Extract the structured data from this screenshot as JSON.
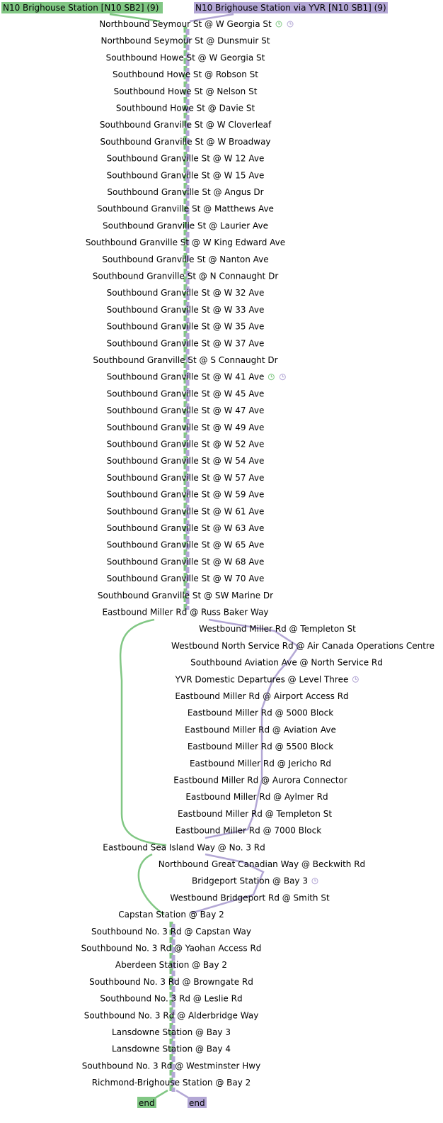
{
  "routes": [
    {
      "id": "sb2",
      "label": "N10 Brighouse Station [N10 SB2] (9)",
      "color": "#81c784",
      "end_label": "end"
    },
    {
      "id": "sb1",
      "label": "N10 Brighouse Station via YVR [N10 SB1] (9)",
      "color": "#b3a7d5",
      "end_label": "end"
    }
  ],
  "stops": [
    {
      "name": "Northbound Seymour St @ W Georgia St",
      "branch": "shared",
      "timepoint": [
        "sb2",
        "sb1"
      ]
    },
    {
      "name": "Northbound Seymour St @ Dunsmuir St",
      "branch": "shared"
    },
    {
      "name": "Southbound Howe St @ W Georgia St",
      "branch": "shared"
    },
    {
      "name": "Southbound Howe St @ Robson St",
      "branch": "shared"
    },
    {
      "name": "Southbound Howe St @ Nelson St",
      "branch": "shared"
    },
    {
      "name": "Southbound Howe St @ Davie St",
      "branch": "shared"
    },
    {
      "name": "Southbound Granville St @ W Cloverleaf",
      "branch": "shared"
    },
    {
      "name": "Southbound Granville St @ W Broadway",
      "branch": "shared"
    },
    {
      "name": "Southbound Granville St @ W 12 Ave",
      "branch": "shared"
    },
    {
      "name": "Southbound Granville St @ W 15 Ave",
      "branch": "shared"
    },
    {
      "name": "Southbound Granville St @ Angus Dr",
      "branch": "shared"
    },
    {
      "name": "Southbound Granville St @ Matthews Ave",
      "branch": "shared"
    },
    {
      "name": "Southbound Granville St @ Laurier Ave",
      "branch": "shared"
    },
    {
      "name": "Southbound Granville St @ W King Edward Ave",
      "branch": "shared"
    },
    {
      "name": "Southbound Granville St @ Nanton Ave",
      "branch": "shared"
    },
    {
      "name": "Southbound Granville St @ N Connaught Dr",
      "branch": "shared"
    },
    {
      "name": "Southbound Granville St @ W 32 Ave",
      "branch": "shared"
    },
    {
      "name": "Southbound Granville St @ W 33 Ave",
      "branch": "shared"
    },
    {
      "name": "Southbound Granville St @ W 35 Ave",
      "branch": "shared"
    },
    {
      "name": "Southbound Granville St @ W 37 Ave",
      "branch": "shared"
    },
    {
      "name": "Southbound Granville St @ S Connaught Dr",
      "branch": "shared"
    },
    {
      "name": "Southbound Granville St @ W 41 Ave",
      "branch": "shared",
      "timepoint": [
        "sb2",
        "sb1"
      ]
    },
    {
      "name": "Southbound Granville St @ W 45 Ave",
      "branch": "shared"
    },
    {
      "name": "Southbound Granville St @ W 47 Ave",
      "branch": "shared"
    },
    {
      "name": "Southbound Granville St @ W 49 Ave",
      "branch": "shared"
    },
    {
      "name": "Southbound Granville St @ W 52 Ave",
      "branch": "shared"
    },
    {
      "name": "Southbound Granville St @ W 54 Ave",
      "branch": "shared"
    },
    {
      "name": "Southbound Granville St @ W 57 Ave",
      "branch": "shared"
    },
    {
      "name": "Southbound Granville St @ W 59 Ave",
      "branch": "shared"
    },
    {
      "name": "Southbound Granville St @ W 61 Ave",
      "branch": "shared"
    },
    {
      "name": "Southbound Granville St @ W 63 Ave",
      "branch": "shared"
    },
    {
      "name": "Southbound Granville St @ W 65 Ave",
      "branch": "shared"
    },
    {
      "name": "Southbound Granville St @ W 68 Ave",
      "branch": "shared"
    },
    {
      "name": "Southbound Granville St @ W 70 Ave",
      "branch": "shared"
    },
    {
      "name": "Southbound Granville St @ SW Marine Dr",
      "branch": "shared"
    },
    {
      "name": "Eastbound Miller Rd @ Russ Baker Way",
      "branch": "shared"
    },
    {
      "name": "Westbound Miller Rd @ Templeton St",
      "branch": "sb1"
    },
    {
      "name": "Westbound North Service Rd @ Air Canada Operations Centre",
      "branch": "sb1"
    },
    {
      "name": "Southbound Aviation Ave @ North Service Rd",
      "branch": "sb1"
    },
    {
      "name": "YVR Domestic Departures  @ Level Three",
      "branch": "sb1",
      "timepoint": [
        "sb1"
      ]
    },
    {
      "name": "Eastbound Miller Rd @ Airport Access Rd",
      "branch": "sb1"
    },
    {
      "name": "Eastbound Miller Rd @ 5000 Block",
      "branch": "sb1"
    },
    {
      "name": "Eastbound Miller Rd @ Aviation Ave",
      "branch": "sb1"
    },
    {
      "name": "Eastbound Miller Rd @ 5500 Block",
      "branch": "sb1"
    },
    {
      "name": "Eastbound Miller Rd @ Jericho Rd",
      "branch": "sb1"
    },
    {
      "name": "Eastbound Miller Rd @ Aurora Connector",
      "branch": "sb1"
    },
    {
      "name": "Eastbound Miller Rd @ Aylmer Rd",
      "branch": "sb1"
    },
    {
      "name": "Eastbound Miller Rd @ Templeton St",
      "branch": "sb1"
    },
    {
      "name": "Eastbound Miller Rd @ 7000 Block",
      "branch": "sb1"
    },
    {
      "name": "Eastbound Sea Island Way @ No. 3 Rd",
      "branch": "shared"
    },
    {
      "name": "Northbound Great Canadian Way @ Beckwith Rd",
      "branch": "sb1"
    },
    {
      "name": "Bridgeport Station @ Bay 3",
      "branch": "sb1",
      "timepoint": [
        "sb1"
      ]
    },
    {
      "name": "Westbound Bridgeport Rd @ Smith St",
      "branch": "sb1"
    },
    {
      "name": "Capstan Station @ Bay 2",
      "branch": "shared"
    },
    {
      "name": "Southbound No. 3 Rd @ Capstan Way",
      "branch": "shared"
    },
    {
      "name": "Southbound No. 3 Rd @ Yaohan Access Rd",
      "branch": "shared"
    },
    {
      "name": "Aberdeen Station @ Bay 2",
      "branch": "shared"
    },
    {
      "name": "Southbound No. 3 Rd @ Browngate Rd",
      "branch": "shared"
    },
    {
      "name": "Southbound No. 3 Rd @ Leslie Rd",
      "branch": "shared"
    },
    {
      "name": "Southbound No. 3 Rd @ Alderbridge Way",
      "branch": "shared"
    },
    {
      "name": "Lansdowne Station @ Bay 3",
      "branch": "shared"
    },
    {
      "name": "Lansdowne Station @ Bay 4",
      "branch": "shared"
    },
    {
      "name": "Southbound No. 3 Rd @ Westminster Hwy",
      "branch": "shared"
    },
    {
      "name": "Richmond-Brighouse Station @ Bay 2",
      "branch": "shared"
    }
  ]
}
